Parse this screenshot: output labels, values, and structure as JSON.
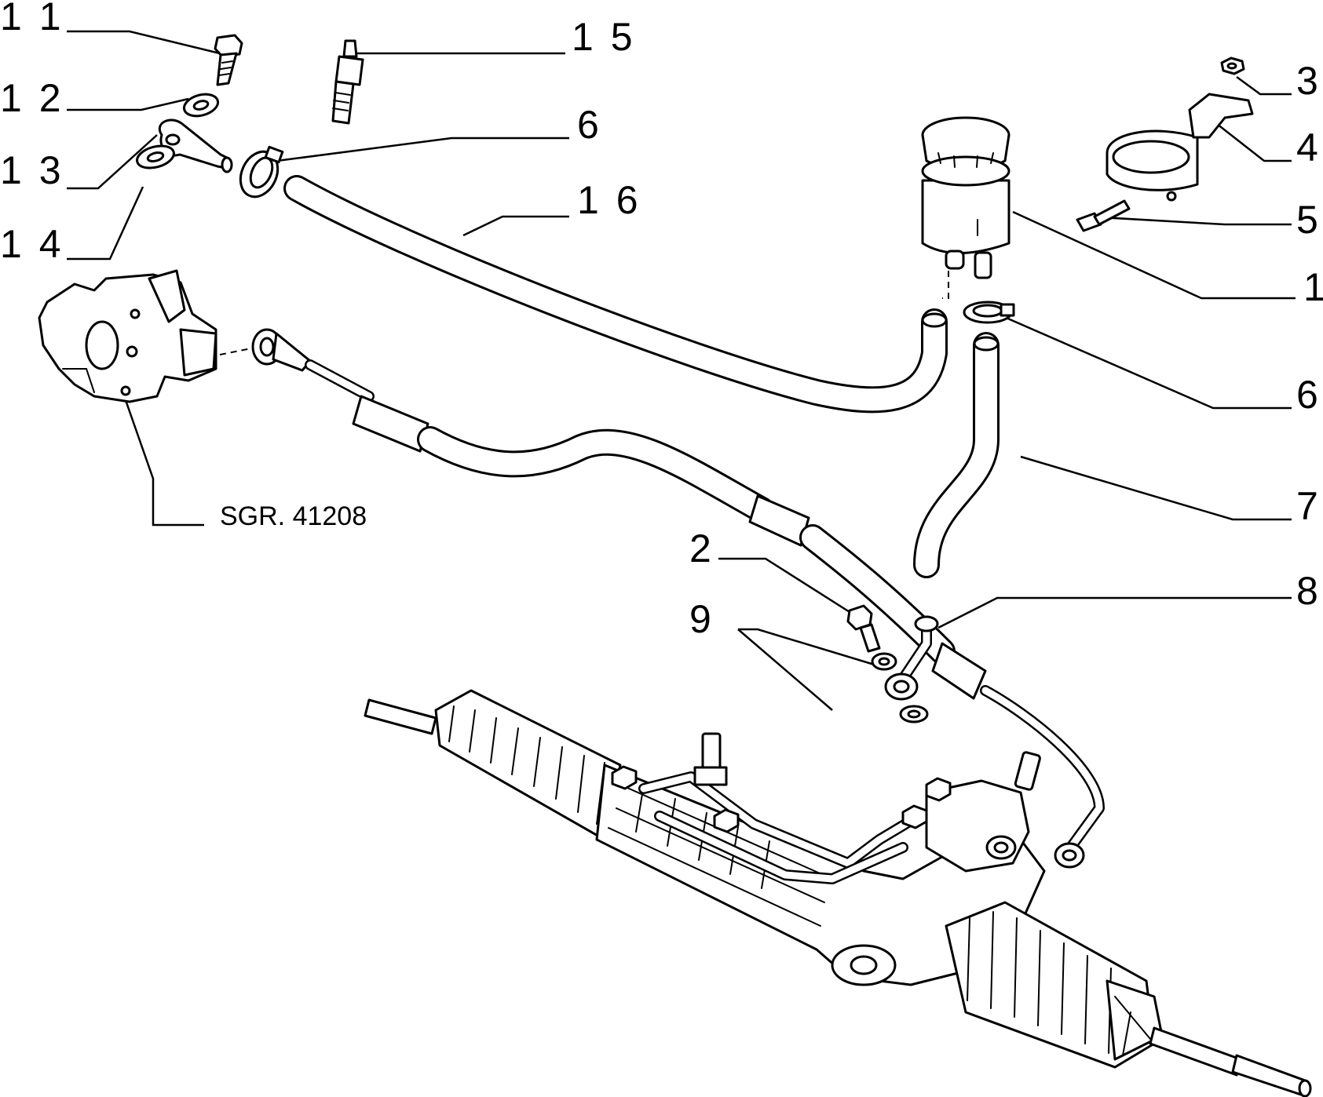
{
  "callouts": {
    "c1": "1",
    "c2": "2",
    "c3": "3",
    "c4": "4",
    "c5": "5",
    "c6a": "6",
    "c6b": "6",
    "c7": "7",
    "c8": "8",
    "c9": "9",
    "c11": "1 1",
    "c12": "1 2",
    "c13": "1 3",
    "c14": "1 4",
    "c15": "1 5",
    "c16": "1 6"
  },
  "reference": {
    "pump_group": "SGR. 41208"
  }
}
